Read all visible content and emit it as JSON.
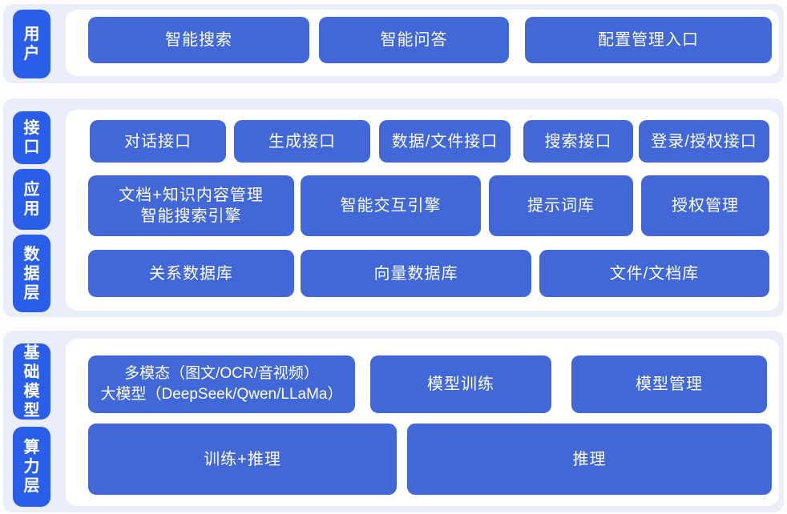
{
  "diagram_title": "AI platform layered architecture",
  "colors": {
    "band_bg": "#e9eef8",
    "pill_bg": "#2b5ee8",
    "button_bg": "#4168d6",
    "panel_bg": "#ffffff",
    "text_color": "#ffffff"
  },
  "sections": [
    {
      "pills": [
        "用户"
      ],
      "rows": [
        [
          "智能搜索",
          "智能问答",
          "配置管理入口"
        ]
      ]
    },
    {
      "pills": [
        "接口",
        "应用",
        "数据层"
      ],
      "rows": [
        [
          "对话接口",
          "生成接口",
          "数据/文件接口",
          "搜索接口",
          "登录/授权接口"
        ],
        [
          "文档+知识内容管理\n智能搜索引擎",
          "智能交互引擎",
          "提示词库",
          "授权管理"
        ],
        [
          "关系数据库",
          "向量数据库",
          "文件/文档库"
        ]
      ]
    },
    {
      "pills": [
        "基础模型",
        "算力层"
      ],
      "rows": [
        [
          "多模态（图文/OCR/音视频）\n大模型（DeepSeek/Qwen/LLaMa）",
          "模型训练",
          "模型管理"
        ],
        [
          "训练+推理",
          "推理"
        ]
      ]
    }
  ]
}
